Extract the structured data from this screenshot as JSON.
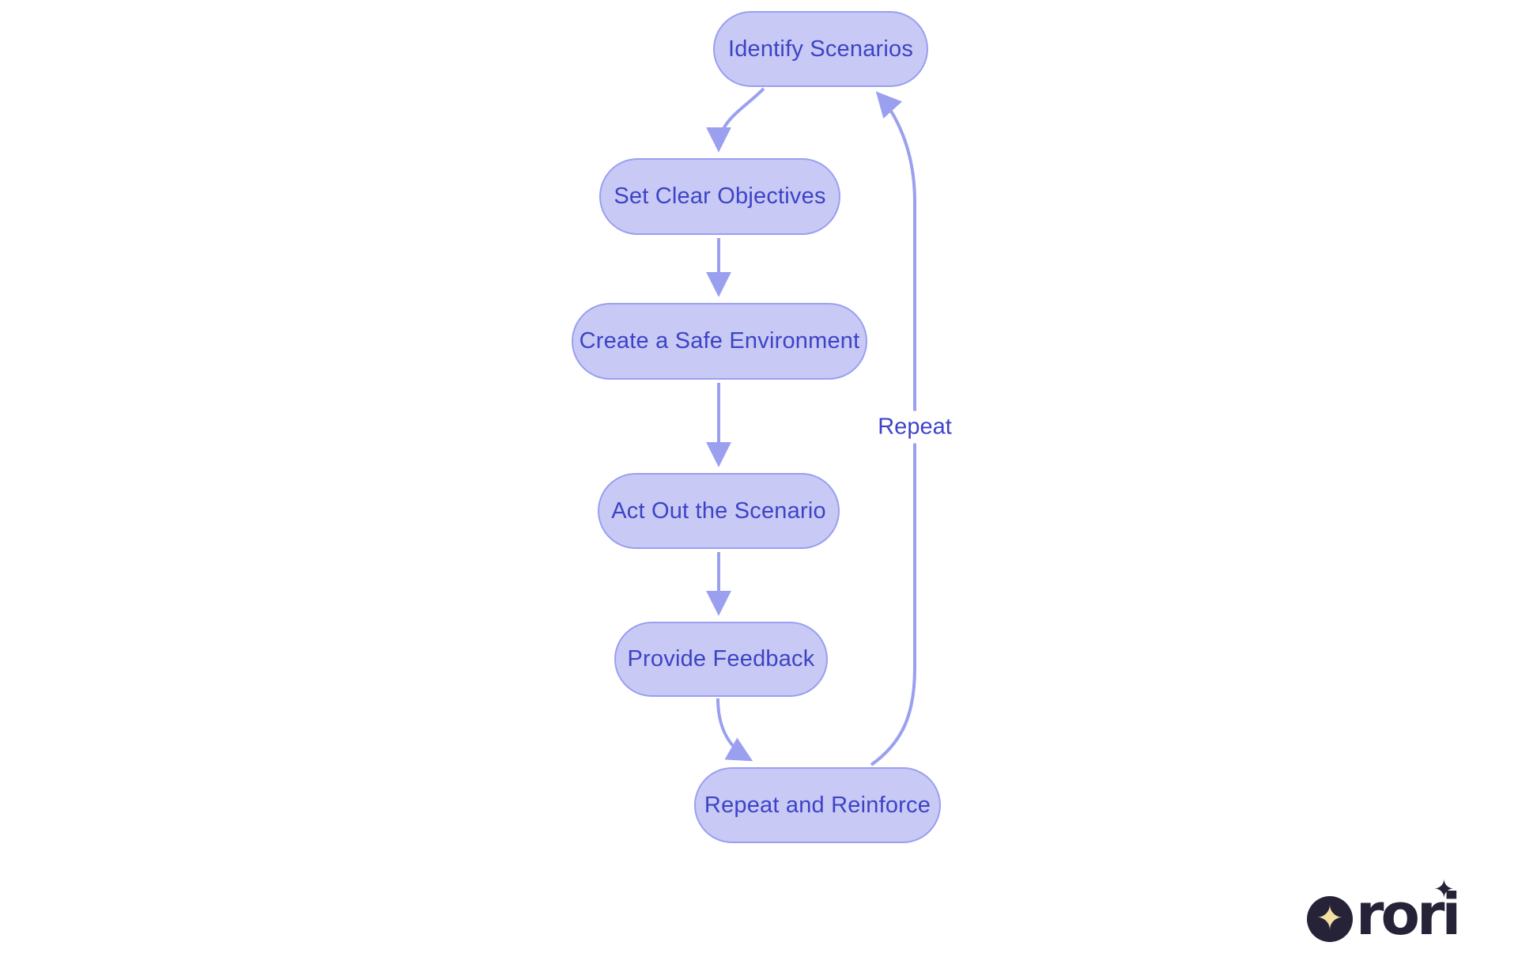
{
  "diagram": {
    "type": "flowchart",
    "background": "#ffffff",
    "nodes": [
      {
        "id": "identify-scenarios",
        "label": "Identify Scenarios"
      },
      {
        "id": "set-clear-objectives",
        "label": "Set Clear Objectives"
      },
      {
        "id": "create-safe-environment",
        "label": "Create a Safe Environment"
      },
      {
        "id": "act-out-scenario",
        "label": "Act Out the Scenario"
      },
      {
        "id": "provide-feedback",
        "label": "Provide Feedback"
      },
      {
        "id": "repeat-and-reinforce",
        "label": "Repeat and Reinforce"
      }
    ],
    "edges": [
      {
        "from": "Identify Scenarios",
        "to": "Set Clear Objectives",
        "label": ""
      },
      {
        "from": "Set Clear Objectives",
        "to": "Create a Safe Environment",
        "label": ""
      },
      {
        "from": "Create a Safe Environment",
        "to": "Act Out the Scenario",
        "label": ""
      },
      {
        "from": "Act Out the Scenario",
        "to": "Provide Feedback",
        "label": ""
      },
      {
        "from": "Provide Feedback",
        "to": "Repeat and Reinforce",
        "label": ""
      },
      {
        "from": "Repeat and Reinforce",
        "to": "Identify Scenarios",
        "label": "Repeat"
      }
    ],
    "colors": {
      "node_fill": "#c8caf5",
      "node_border": "#9a9ff0",
      "node_text": "#3d43c6",
      "edge_stroke": "#9aa0ef",
      "edge_label_text": "#3d43c6"
    }
  },
  "logo": {
    "wordmark": "rori",
    "emblem_icon": "sparkle-in-circle-icon",
    "sparkle_glyph": "✦",
    "colors": {
      "dark": "#262339",
      "star": "#f5dfa3"
    }
  }
}
